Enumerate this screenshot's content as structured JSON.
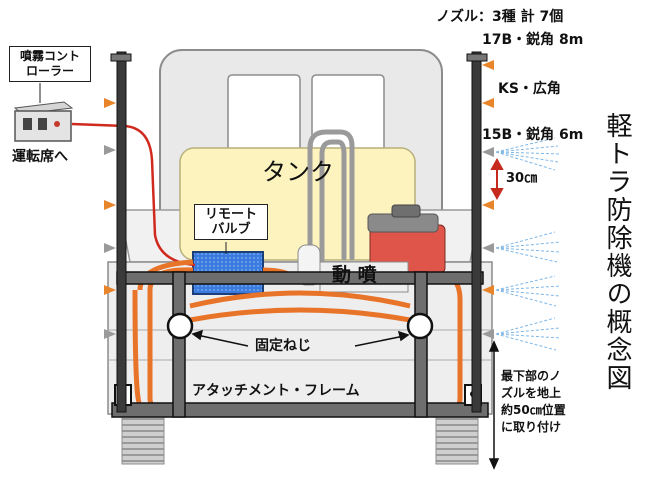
{
  "diagram": {
    "vertical_title": "軽トラ防除機の概念図",
    "controller": {
      "line1": "噴霧コント",
      "line2": "ローラー",
      "caption": "運転席へ"
    },
    "tank_label": "タンク",
    "valve": {
      "line1": "リモート",
      "line2": "バルブ"
    },
    "pump_label": "動 噴",
    "fix_screw_label": "固定ねじ",
    "frame_label": "アタッチメント・フレーム",
    "nozzle_header": "ノズル：3種 計 7個",
    "nozzle_types": [
      "17B・鋭角 8m",
      "KS・広角",
      "15B・鋭角 6m"
    ],
    "spacing_label": "30㎝",
    "bottom_note": [
      "最下部のノ",
      "ズルを地上",
      "約50㎝位置",
      "に取り付け"
    ],
    "colors": {
      "hose": "#e8742a",
      "tank": "#fdf3bf",
      "valve": "#2d6fd6",
      "pump": "#e0554a",
      "nozzle": "#e8852a",
      "spray": "#7fb7e6"
    }
  }
}
